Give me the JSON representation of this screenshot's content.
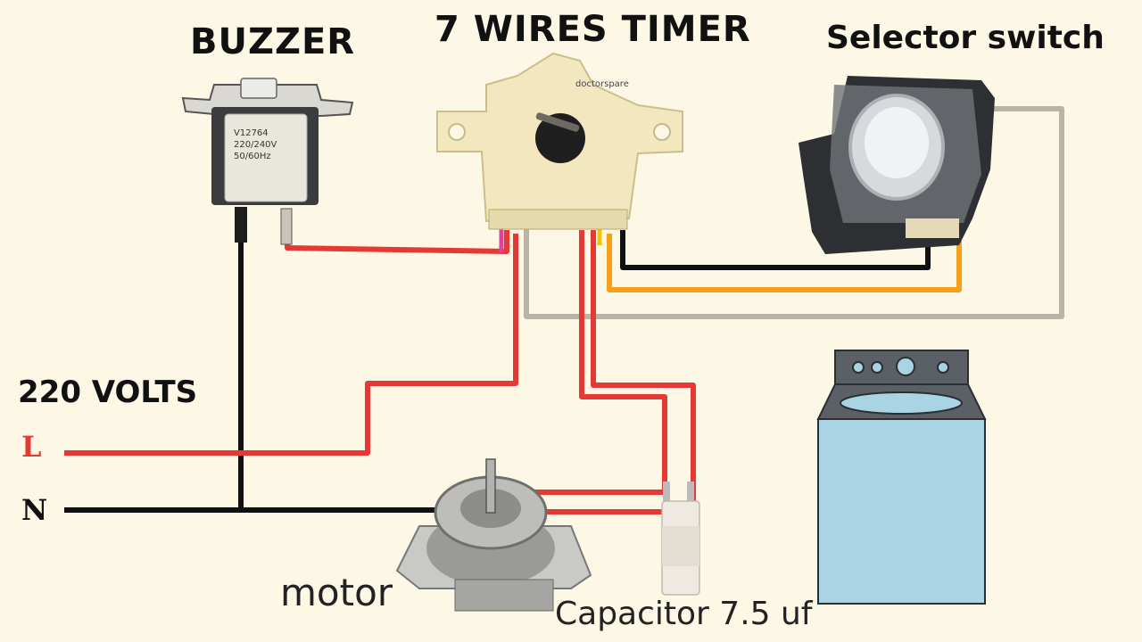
{
  "labels": {
    "buzzer": "BUZZER",
    "timer": "7 WIRES TIMER",
    "selector": "Selector switch",
    "volts": "220 VOLTS",
    "line": "L",
    "neutral": "N",
    "motor": "motor",
    "capacitor": "Capacitor 7.5 uf"
  },
  "component_markings": {
    "buzzer_model": "V12764",
    "buzzer_voltage": "220/240V",
    "buzzer_freq": "50/60Hz",
    "timer_brand": "doctorspare"
  },
  "colors": {
    "background": "#fdf8e6",
    "live_wire": "#e53935",
    "neutral_wire": "#111111",
    "orange_wire": "#f5a11c",
    "grey_wire": "#b8b4a8",
    "pink_wire": "#e040a0",
    "yellow_wire": "#f5c400",
    "washer_body": "#a9d4e4",
    "washer_top": "#5a6066"
  }
}
